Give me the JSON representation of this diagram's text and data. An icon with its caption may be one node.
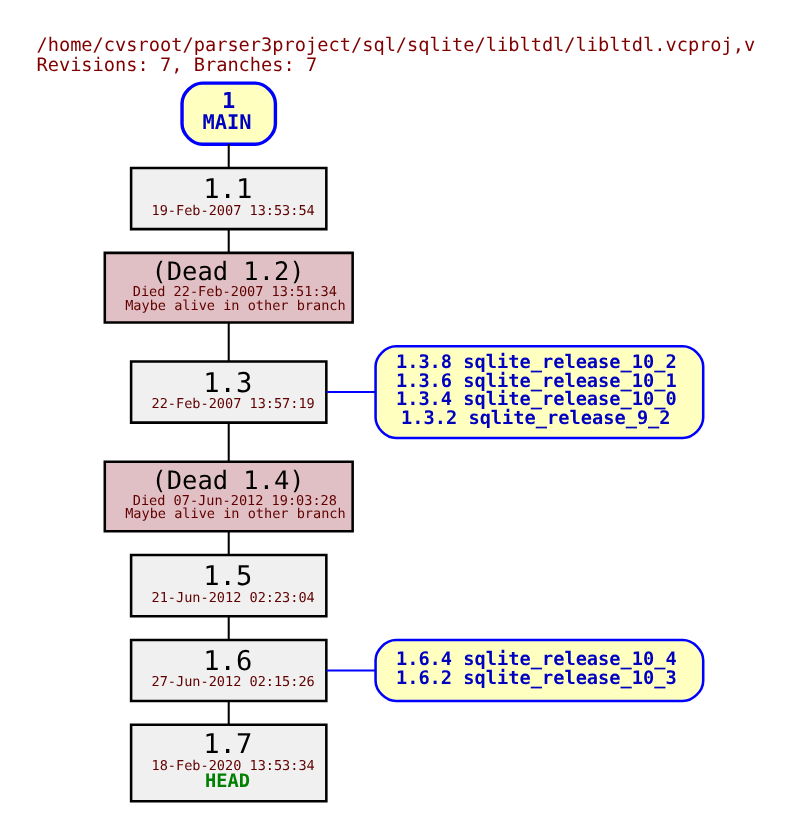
{
  "diagram": {
    "title": "/home/cvsroot/parser3project/sql/sqlite/libltdl/libltdl.vcproj,v",
    "caption": "Revisions: 7, Branches: 7",
    "nodes": [
      {
        "text": [
          "1",
          "MAIN"
        ]
      },
      {
        "text": [
          "1.1",
          "19-Feb-2007 13:53:54"
        ]
      },
      {
        "text": [
          "(Dead 1.2)",
          "Died 22-Feb-2007 13:51:34",
          "Maybe alive in other branch"
        ]
      },
      {
        "text": [
          "1.3",
          "22-Feb-2007 13:57:19"
        ]
      },
      {
        "text": [
          "1.3.8 sqlite_release_10_2",
          "1.3.6 sqlite_release_10_1",
          "1.3.4 sqlite_release_10_0",
          "1.3.2 sqlite_release_9_2"
        ]
      },
      {
        "text": [
          "(Dead 1.4)",
          "Died 07-Jun-2012 19:03:28",
          "Maybe alive in other branch"
        ]
      },
      {
        "text": [
          "1.5",
          "21-Jun-2012 02:23:04"
        ]
      },
      {
        "text": [
          "1.6",
          "27-Jun-2012 02:15:26"
        ]
      },
      {
        "text": [
          "1.6.4 sqlite_release_10_4",
          "1.6.2 sqlite_release_10_3"
        ]
      },
      {
        "text": [
          "1.7",
          "18-Feb-2020 13:53:34",
          "HEAD"
        ]
      }
    ],
    "edges": [
      {
        "from": 0,
        "to": 1,
        "arrow": "none"
      },
      {
        "from": 1,
        "to": 2,
        "arrow": "none"
      },
      {
        "from": 2,
        "to": 3,
        "arrow": "none"
      },
      {
        "from": 3,
        "to": 4,
        "arrow": "none",
        "color": "#0000ff"
      },
      {
        "from": 3,
        "to": 5,
        "arrow": "none"
      },
      {
        "from": 5,
        "to": 6,
        "arrow": "none"
      },
      {
        "from": 6,
        "to": 7,
        "arrow": "none"
      },
      {
        "from": 7,
        "to": 8,
        "arrow": "none",
        "color": "#0000ff"
      },
      {
        "from": 7,
        "to": 9,
        "arrow": "none"
      }
    ]
  }
}
